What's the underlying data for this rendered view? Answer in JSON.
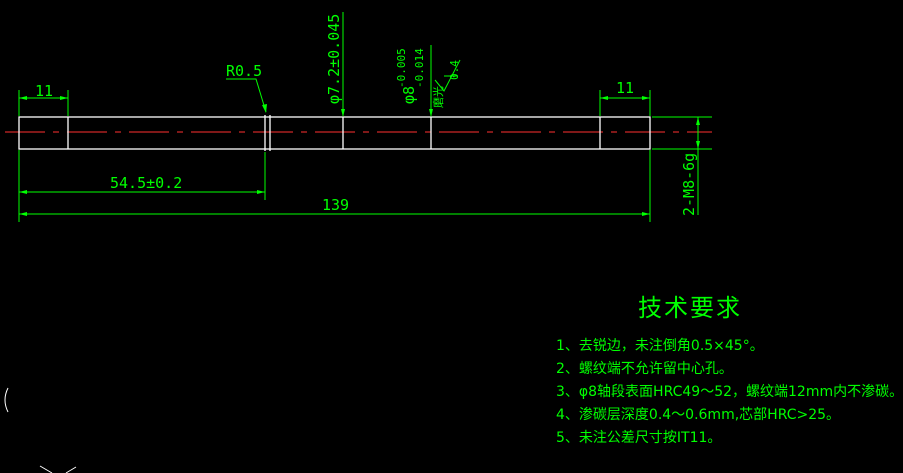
{
  "dimensions": {
    "left_end_length": "11",
    "right_end_length": "11",
    "fillet": "R0.5",
    "groove_diameter": "φ7.2±0.045",
    "shaft_diameter": "φ8",
    "shaft_tol_upper": "-0.005",
    "shaft_tol_lower": "-0.014",
    "roughness_label": "磨光",
    "roughness_value": "0.4",
    "section_length": "54.5±0.2",
    "total_length": "139",
    "thread": "2-M8-6g"
  },
  "tech_requirements": {
    "title": "技术要求",
    "items": [
      "1、去锐边，未注倒角0.5×45°。",
      "2、螺纹端不允许留中心孔。",
      "3、φ8轴段表面HRC49～52，螺纹端12mm内不渗碳。",
      "4、渗碳层深度0.4～0.6mm,芯部HRC>25。",
      "5、未注公差尺寸按IT11。"
    ]
  },
  "colors": {
    "background": "#000000",
    "outline": "#ffffff",
    "dimension": "#00ff00",
    "centerline": "#ff3030"
  }
}
